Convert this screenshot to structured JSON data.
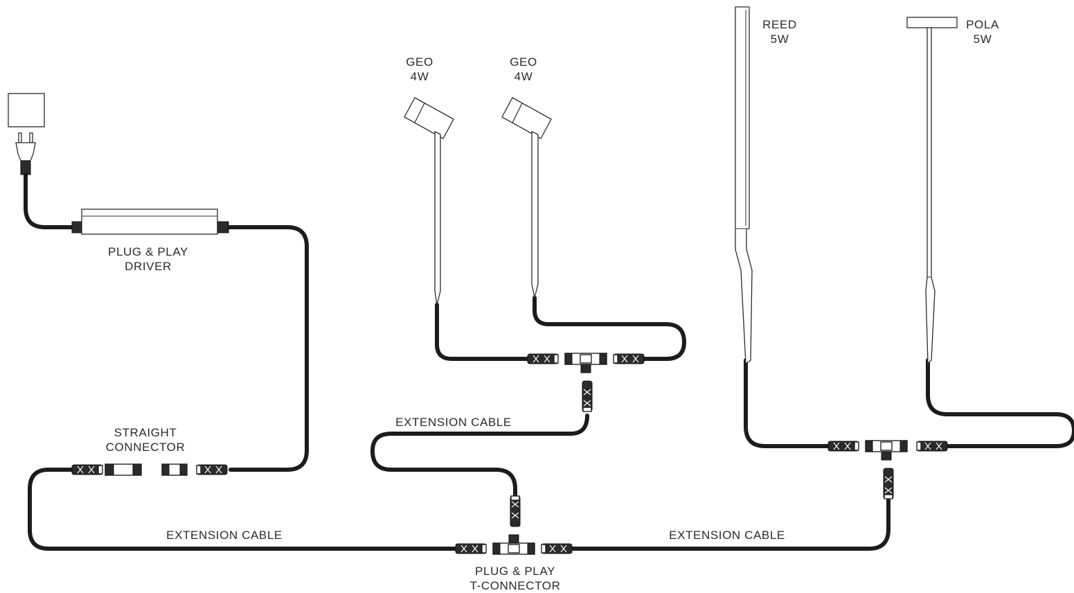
{
  "labels": {
    "geo1": {
      "line1": "GEO",
      "line2": "4W"
    },
    "geo2": {
      "line1": "GEO",
      "line2": "4W"
    },
    "reed": {
      "line1": "REED",
      "line2": "5W"
    },
    "pola": {
      "line1": "POLA",
      "line2": "5W"
    },
    "driver": {
      "line1": "PLUG & PLAY",
      "line2": "DRIVER"
    },
    "straight": {
      "line1": "STRAIGHT",
      "line2": "CONNECTOR"
    },
    "ext_left": "EXTENSION CABLE",
    "ext_mid": "EXTENSION CABLE",
    "ext_right": "EXTENSION CABLE",
    "tconn": {
      "line1": "PLUG & PLAY",
      "line2": "T-CONNECTOR"
    }
  },
  "icons": [
    "wall-socket-icon",
    "plug-icon",
    "driver-box-icon",
    "geo-spike-light-icon",
    "reed-light-icon",
    "pola-light-icon",
    "t-connector-icon",
    "straight-connector-icon",
    "cable-plug-icon"
  ],
  "colors": {
    "cable": "#1c1c1c",
    "outline": "#2a2a2a",
    "text": "#2a2a2a"
  }
}
